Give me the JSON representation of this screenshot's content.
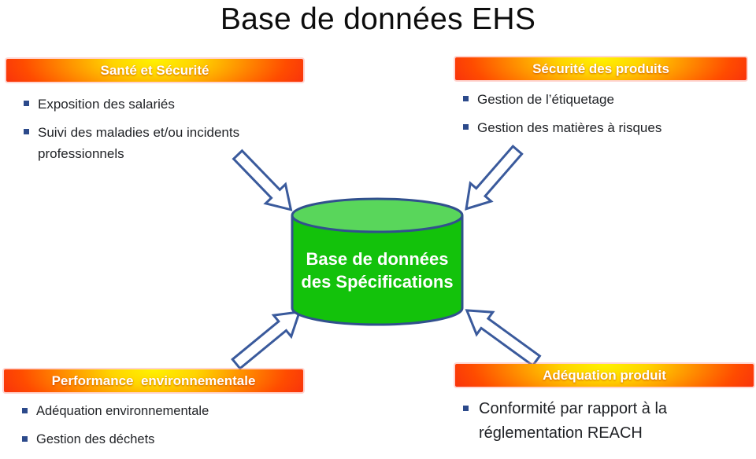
{
  "title": "Base de données EHS",
  "center": {
    "label_line1": "Base de données",
    "label_line2": "des Spécifications"
  },
  "quadrants": {
    "top_left": {
      "header": "Santé et Sécurité",
      "items": [
        "Exposition des salariés",
        "Suivi des maladies et/ou incidents professionnels"
      ]
    },
    "top_right": {
      "header": "Sécurité des produits",
      "items": [
        "Gestion de l’étiquetage",
        "Gestion des matières à risques"
      ]
    },
    "bottom_left": {
      "header": "Performance  environnementale",
      "items": [
        "Adéquation environnementale",
        "Gestion des déchets"
      ]
    },
    "bottom_right": {
      "header": "Adéquation produit",
      "items": [
        "Conformité par rapport à la réglementation REACH"
      ]
    }
  },
  "colors": {
    "bar_gradient_yellow": "#fff200",
    "bar_gradient_orange": "#ff9400",
    "bar_gradient_red": "#f52313",
    "bar_text": "#ffffff",
    "cylinder_body_green": "#13c20b",
    "cylinder_top_green": "#59d65b",
    "outline_navy": "#31508d",
    "arrow_outline_navy": "#3a5a9c",
    "bullet_navy": "#2c4a8b",
    "body_text": "#1f2125",
    "title_text": "#0d0d0d"
  }
}
